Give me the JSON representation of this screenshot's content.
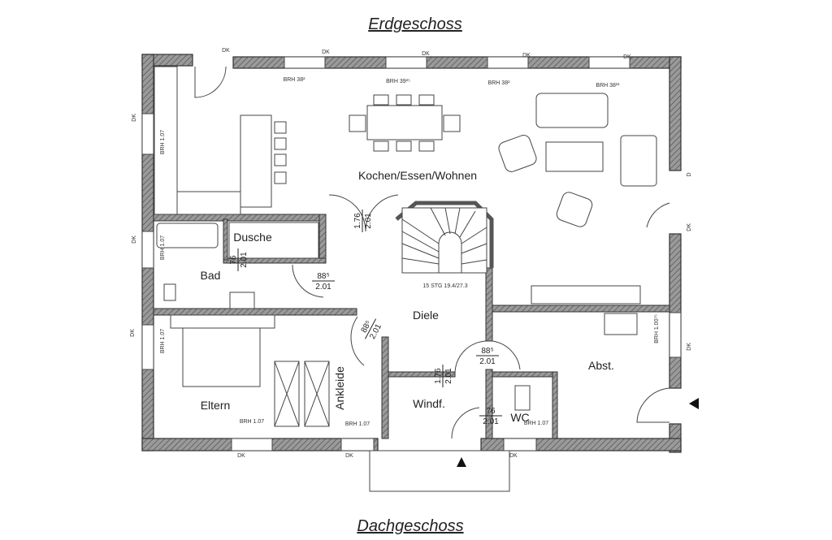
{
  "titles": {
    "top": "Erdgeschoss",
    "bottom": "Dachgeschoss"
  },
  "rooms": {
    "kitchen_living": "Kochen/Essen/Wohnen",
    "shower": "Dusche",
    "bath": "Bad",
    "hall": "Diele",
    "storage": "Abst.",
    "parents": "Eltern",
    "dressing": "Ankleide",
    "vestibule": "Windf.",
    "wc": "WC"
  },
  "labels": {
    "window_type": "DK",
    "door": "D",
    "brh_38_2": "BRH 38²",
    "brh_39_25": "BRH 39²⁵",
    "brh_38_21": "BRH 38²¹",
    "brh_107": "BRH 1.07",
    "brh_100_75": "BRH 1.00⁷⁵",
    "stairs": "15 STG  19.4/27.3"
  },
  "door_dims": {
    "w176": "1.76",
    "w76": "76",
    "w88": "88⁵",
    "h201": "2.01"
  }
}
